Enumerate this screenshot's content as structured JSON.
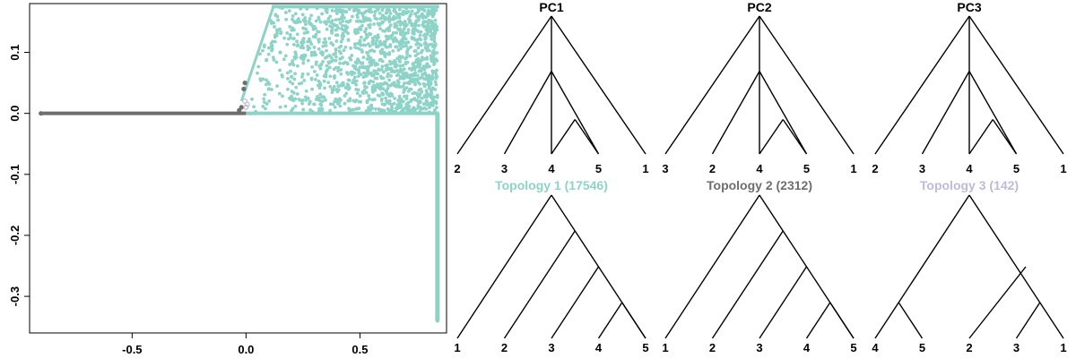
{
  "colors": {
    "topology_1": "#8dd3c7",
    "topology_2": "#6e6e6e",
    "topology_3": "#bebada",
    "axis": "#000000",
    "branch": "#000000"
  },
  "chart_data": [
    {
      "type": "scatter",
      "title": "",
      "xlabel": "",
      "ylabel": "",
      "xlim": [
        -0.95,
        0.88
      ],
      "ylim": [
        -0.36,
        0.18
      ],
      "grid": false,
      "x_ticks": [
        -0.5,
        0.0,
        0.5
      ],
      "x_tick_labels": [
        "-0.5",
        "0.0",
        "0.5"
      ],
      "y_ticks": [
        -0.3,
        -0.2,
        -0.1,
        0.0,
        0.1
      ],
      "y_tick_labels": [
        "-0.3",
        "-0.2",
        "-0.1",
        "0.0",
        "0.1"
      ],
      "series": [
        {
          "color_key": "topology_1",
          "points": [
            [
              0.02,
              0.0
            ],
            [
              0.12,
              0.175
            ],
            [
              0.84,
              0.175
            ],
            [
              0.84,
              0.0
            ],
            [
              0.84,
              -0.34
            ],
            [
              0.3,
              0.1
            ],
            [
              0.5,
              0.14
            ],
            [
              0.65,
              0.05
            ],
            [
              0.75,
              0.12
            ],
            [
              0.2,
              0.06
            ],
            [
              0.4,
              0.02
            ],
            [
              0.6,
              0.16
            ],
            [
              0.7,
              0.09
            ],
            [
              0.35,
              0.15
            ],
            [
              0.55,
              0.08
            ],
            [
              0.8,
              0.03
            ],
            [
              0.25,
              0.12
            ],
            [
              0.45,
              0.04
            ],
            [
              0.68,
              0.13
            ],
            [
              0.78,
              0.15
            ],
            [
              0.15,
              0.1
            ],
            [
              0.58,
              0.11
            ],
            [
              0.72,
              0.06
            ],
            [
              0.33,
              0.08
            ],
            [
              0.48,
              0.17
            ],
            [
              0.63,
              0.02
            ],
            [
              0.82,
              0.1
            ],
            [
              0.1,
              0.04
            ],
            [
              0.52,
              0.05
            ],
            [
              0.76,
              0.17
            ]
          ],
          "bands": {
            "top_y": 0.175,
            "bottom_y": 0.0,
            "left_x": 0.0,
            "right_x": 0.84,
            "vertical_x": 0.84,
            "vertical_from_y": 0.0,
            "vertical_to_y": -0.34,
            "slant_from": [
              -0.02,
              0.02
            ],
            "slant_to": [
              0.12,
              0.175
            ]
          }
        },
        {
          "color_key": "topology_2",
          "line_from": [
            -0.9,
            0.0
          ],
          "line_to": [
            0.0,
            0.0
          ],
          "points": [
            [
              -0.9,
              0.0
            ],
            [
              -0.02,
              0.01
            ],
            [
              -0.01,
              0.04
            ],
            [
              -0.005,
              0.05
            ],
            [
              -0.03,
              0.005
            ]
          ]
        },
        {
          "color_key": "topology_3",
          "points": [
            [
              0.0,
              0.01
            ],
            [
              0.005,
              0.015
            ],
            [
              -0.005,
              0.02
            ]
          ]
        }
      ]
    }
  ],
  "trees": {
    "row1": [
      {
        "title": "PC1",
        "tips": [
          "2",
          "3",
          "4",
          "5",
          "1"
        ],
        "edges": [
          [
            0,
            2,
            0,
            0
          ],
          [
            0,
            2,
            4,
            0
          ],
          [
            0,
            2,
            0,
            1.2
          ],
          [
            0,
            1.2,
            1,
            0
          ],
          [
            0,
            1.2,
            3,
            0
          ],
          [
            0,
            1.2,
            2,
            0.5
          ],
          [
            0,
            0.5,
            2,
            0
          ],
          [
            0,
            0.5,
            3,
            0
          ]
        ]
      },
      {
        "title": "PC2",
        "tips": [
          "3",
          "2",
          "4",
          "5",
          "1"
        ],
        "edges": [
          [
            0,
            2,
            0,
            0
          ],
          [
            0,
            2,
            4,
            0
          ],
          [
            0,
            2,
            0,
            1.2
          ],
          [
            0,
            1.2,
            1,
            0
          ],
          [
            0,
            1.2,
            3,
            0
          ],
          [
            0,
            1.2,
            2,
            0.5
          ],
          [
            0,
            0.5,
            2,
            0
          ],
          [
            0,
            0.5,
            3,
            0
          ]
        ]
      },
      {
        "title": "PC3",
        "tips": [
          "2",
          "3",
          "4",
          "5",
          "1"
        ],
        "edges": [
          [
            0,
            2,
            0,
            0
          ],
          [
            0,
            2,
            4,
            0
          ],
          [
            0,
            2,
            0,
            1.2
          ],
          [
            0,
            1.2,
            1,
            0
          ],
          [
            0,
            1.2,
            3,
            0
          ],
          [
            0,
            1.2,
            2,
            0.5
          ],
          [
            0,
            0.5,
            2,
            0
          ],
          [
            0,
            0.5,
            3,
            0
          ]
        ]
      }
    ],
    "row2": [
      {
        "title": "Topology 1 (17546)",
        "title_color_key": "topology_1",
        "tips": [
          "1",
          "2",
          "3",
          "4",
          "5"
        ],
        "shape": "ladder"
      },
      {
        "title": "Topology 2 (2312)",
        "title_color_key": "topology_2",
        "tips": [
          "1",
          "2",
          "3",
          "4",
          "5"
        ],
        "shape": "ladder"
      },
      {
        "title": "Topology 3 (142)",
        "title_color_key": "topology_3",
        "tips": [
          "4",
          "5",
          "2",
          "3",
          "1"
        ],
        "shape": "balanced"
      }
    ]
  }
}
